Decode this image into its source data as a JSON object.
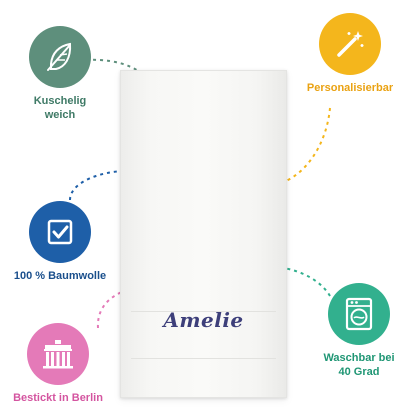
{
  "towel": {
    "embroidered_name": "Amelie"
  },
  "features": {
    "soft": {
      "line1": "Kuschelig",
      "line2": "weich",
      "icon": "feather-icon",
      "color": "#5e8f7c",
      "text_color": "#3f7a66"
    },
    "cotton": {
      "line1": "100 % Baumwolle",
      "icon": "checkbox-icon",
      "color": "#1e5fa8",
      "text_color": "#1a4f8c"
    },
    "embroidered": {
      "line1": "Bestickt in Berlin",
      "icon": "brandenburg-gate-icon",
      "color": "#e47ab8",
      "text_color": "#d455a0"
    },
    "personalizable": {
      "line1": "Personalisierbar",
      "icon": "magic-wand-icon",
      "color": "#f4b61c",
      "text_color": "#eaa212"
    },
    "washable": {
      "line1": "Waschbar bei",
      "line2": "40 Grad",
      "icon": "washing-machine-icon",
      "color": "#32b08e",
      "text_color": "#1f9674"
    }
  }
}
